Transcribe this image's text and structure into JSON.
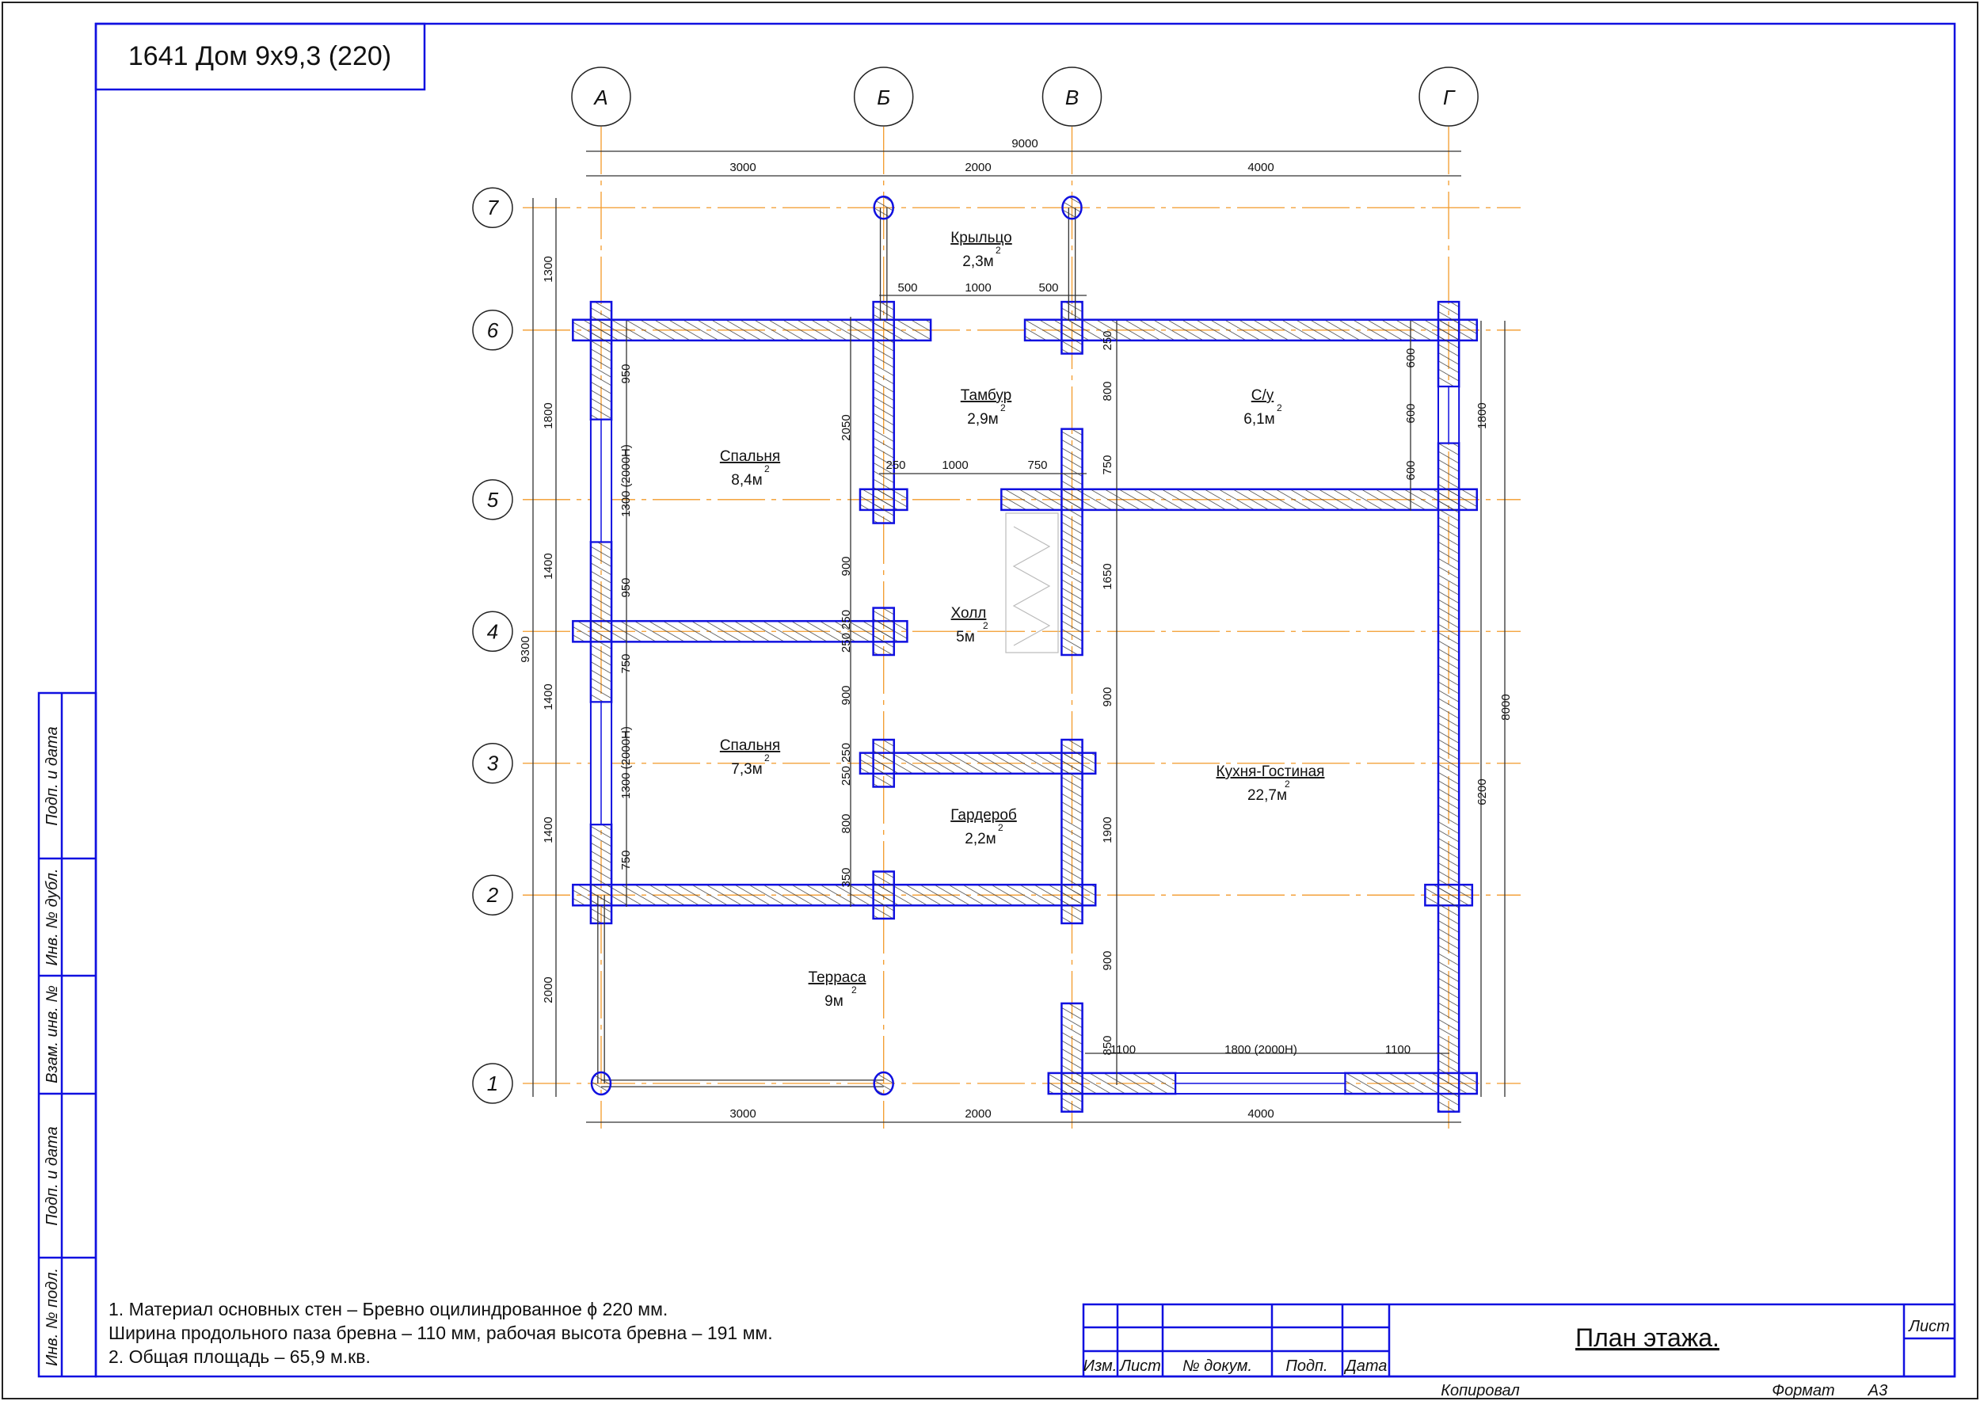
{
  "title_box": "1641 Дом 9х9,3 (220)",
  "axes": {
    "columns": [
      "А",
      "Б",
      "В",
      "Г"
    ],
    "rows": [
      "7",
      "6",
      "5",
      "4",
      "3",
      "2",
      "1"
    ]
  },
  "rooms": [
    {
      "name": "Крыльцо",
      "area": "2,3м"
    },
    {
      "name": "Тамбур",
      "area": "2,9м"
    },
    {
      "name": "С/у",
      "area": "6,1м"
    },
    {
      "name": "Спальня",
      "area": "8,4м"
    },
    {
      "name": "Холл",
      "area": "5м"
    },
    {
      "name": "Спальня",
      "area": "7,3м"
    },
    {
      "name": "Кухня-Гостиная",
      "area": "22,7м"
    },
    {
      "name": "Гардероб",
      "area": "2,2м"
    },
    {
      "name": "Терраса",
      "area": "9м"
    }
  ],
  "area_sup": "2",
  "dimensions": {
    "top": [
      "9000",
      "3000",
      "2000",
      "4000"
    ],
    "porch": [
      "500",
      "1000",
      "500"
    ],
    "tambur": [
      "250",
      "1000",
      "750"
    ],
    "left": [
      "1300",
      "1800",
      "1400",
      "9300",
      "1400",
      "1400",
      "2000"
    ],
    "inner": [
      "950",
      "1300 (2000Н)",
      "950",
      "750",
      "1300 (2000Н)",
      "750"
    ],
    "col_b": [
      "2050",
      "900",
      "250 250",
      "900",
      "250 250",
      "800",
      "350"
    ],
    "col_v": [
      "250",
      "800",
      "750",
      "1650",
      "900",
      "1900",
      "900",
      "850"
    ],
    "right": [
      "600",
      "600",
      "600",
      "1800",
      "6200",
      "8000"
    ],
    "window": [
      "1100",
      "1800 (2000Н)",
      "1100"
    ],
    "bottom": [
      "3000",
      "2000",
      "4000"
    ]
  },
  "notes": [
    "1. Материал основных стен – Бревно оцилиндрованное ϕ 220 мм.",
    "Ширина продольного паза бревна – 110 мм, рабочая высота бревна – 191 мм.",
    "2. Общая площадь – 65,9 м.кв."
  ],
  "side_stamp": [
    "Подп. и дата",
    "Инв. № дубл.",
    "Взам. инв. №",
    "Подп. и дата",
    "Инв. № подл."
  ],
  "title_block": {
    "columns": [
      "Изм.",
      "Лист",
      "№ докум.",
      "Подп.",
      "Дата"
    ],
    "sheet_title": "План этажа.",
    "sheet_label": "Лист",
    "copied": "Копировал",
    "format_label": "Формат",
    "format": "А3"
  },
  "colors": {
    "wall": "#1010e0",
    "axis": "#f39a2a",
    "hatch": "#333333"
  }
}
